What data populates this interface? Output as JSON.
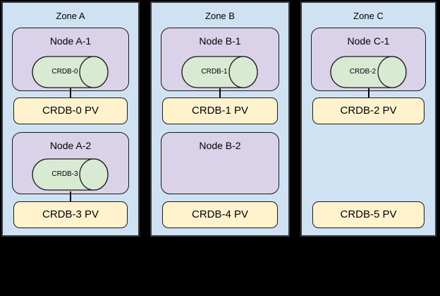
{
  "diagram": {
    "description": "CockroachDB zones, nodes, pods and persistent volumes topology",
    "colors": {
      "background": "#000000",
      "zone_fill": "#cfe2f3",
      "node_fill": "#d9d2e9",
      "pod_fill": "#d9ead3",
      "pv_fill": "#fff2cc",
      "border": "#000000"
    },
    "zones": [
      {
        "title": "Zone A",
        "nodes": [
          {
            "title": "Node A-1",
            "pod": "CRDB-0",
            "pv": "CRDB-0 PV"
          },
          {
            "title": "Node A-2",
            "pod": "CRDB-3",
            "pv": "CRDB-3 PV"
          }
        ]
      },
      {
        "title": "Zone B",
        "nodes": [
          {
            "title": "Node B-1",
            "pod": "CRDB-1",
            "pv": "CRDB-1 PV"
          },
          {
            "title": "Node B-2",
            "pv": "CRDB-4 PV"
          }
        ]
      },
      {
        "title": "Zone C",
        "nodes": [
          {
            "title": "Node C-1",
            "pod": "CRDB-2",
            "pv": "CRDB-2 PV"
          },
          {
            "pv": "CRDB-5 PV"
          }
        ]
      }
    ]
  }
}
